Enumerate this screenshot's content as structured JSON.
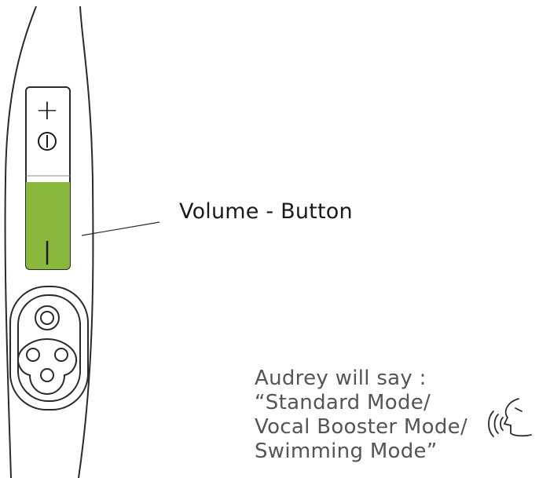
{
  "callout": {
    "label": "Volume - Button"
  },
  "button": {
    "plus_symbol": "+",
    "minus_symbol": "|",
    "highlight_color": "#8ab83c"
  },
  "speech": {
    "lines": [
      "Audrey will say :",
      "“Standard Mode/",
      "Vocal Booster Mode/",
      "Swimming Mode”"
    ]
  },
  "icons": {
    "power": "power-icon",
    "speaking": "speaking-head-icon"
  }
}
